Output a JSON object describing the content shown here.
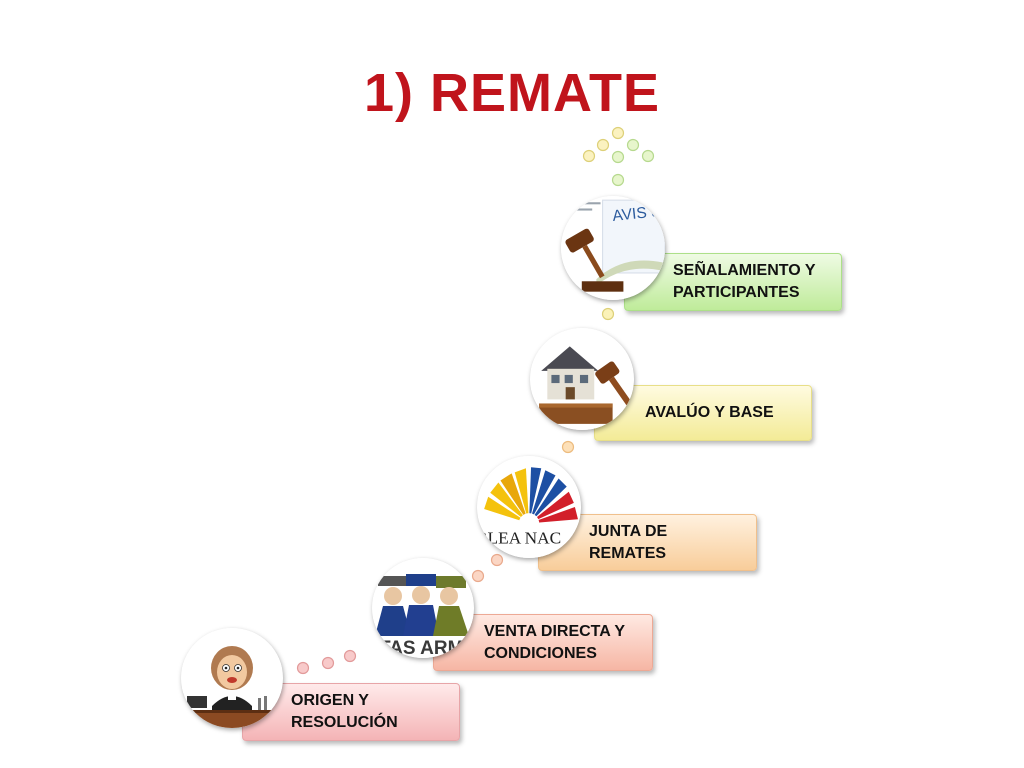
{
  "slide": {
    "title": "1) REMATE"
  },
  "steps": [
    {
      "label": "ORIGEN Y RESOLUCIÓN",
      "icon": "judge-cartoon-icon",
      "color": "#f4b4b6"
    },
    {
      "label": "VENTA DIRECTA Y CONDICIONES",
      "icon": "armed-forces-icon",
      "color": "#f6b6a4",
      "image_text": "TAS ARM"
    },
    {
      "label": "JUNTA DE REMATES",
      "icon": "national-assembly-logo",
      "color": "#f8cd9a",
      "image_text": "BLEA NAC"
    },
    {
      "label": "AVALÚO Y BASE",
      "icon": "house-gavel-icon",
      "color": "#f3eb97"
    },
    {
      "label": "SEÑALAMIENTO Y PARTICIPANTES",
      "icon": "auction-notice-gavel-icon",
      "color": "#bfeb9a",
      "image_text": "AVIS de REMA"
    }
  ],
  "colors": {
    "title": "#c0141c"
  }
}
